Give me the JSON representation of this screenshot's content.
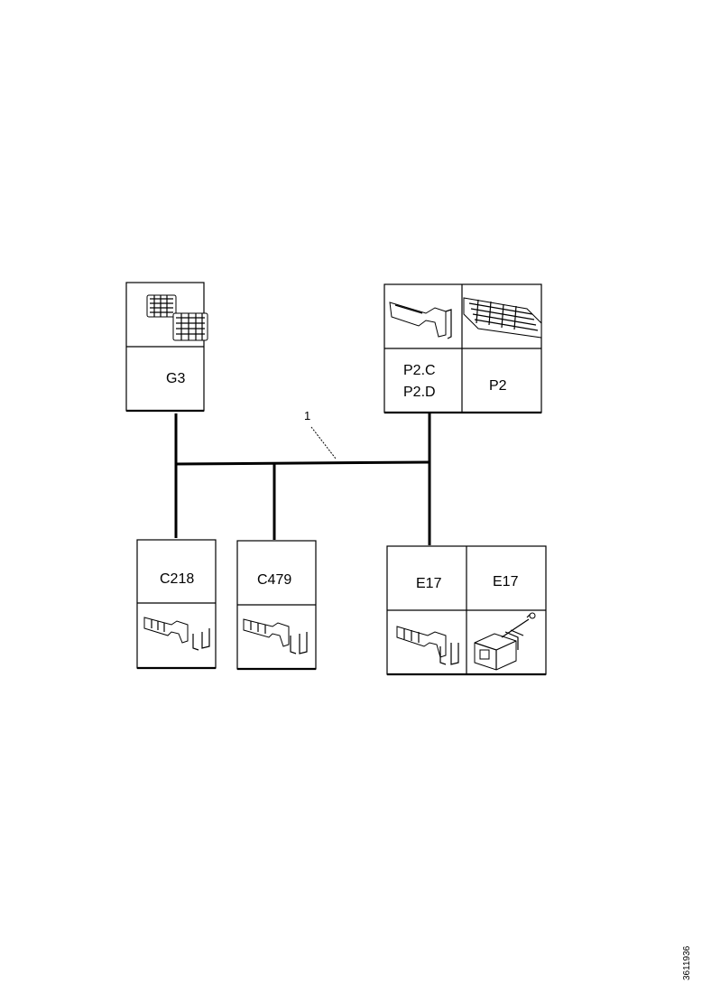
{
  "harness": {
    "callout": "1"
  },
  "connectors": {
    "g3": {
      "label": "G3"
    },
    "p2cd": {
      "label_line1": "P2.C",
      "label_line2": "P2.D"
    },
    "p2": {
      "label": "P2"
    },
    "c218": {
      "label": "C218"
    },
    "c479": {
      "label": "C479"
    },
    "e17a": {
      "label": "E17"
    },
    "e17b": {
      "label": "E17"
    }
  },
  "icons": [
    "multi-pin-housing-icon",
    "terminal-pin-icon",
    "large-connector-housing-icon",
    "sensor-connector-icon"
  ],
  "reference": "3611936"
}
